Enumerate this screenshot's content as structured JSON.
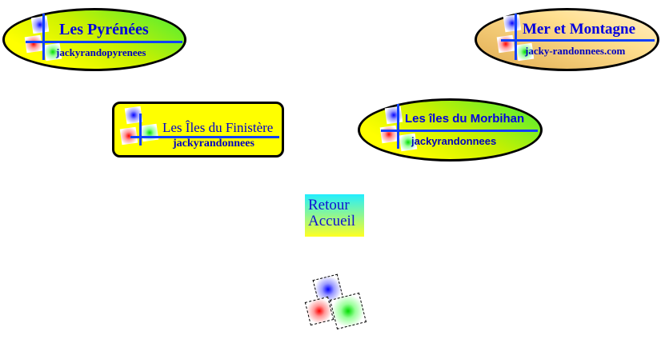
{
  "links": [
    {
      "title": "Les Pyrénées",
      "subtitle": "jackyrandopyrenees"
    },
    {
      "title": "Mer et Montagne",
      "subtitle": "jacky-randonnees.com"
    },
    {
      "title": "Les Îles du Finistère",
      "subtitle": "jackyrandonnees"
    },
    {
      "title": "Les îles du Morbihan",
      "subtitle": "jackyrandonnees"
    }
  ],
  "retour": {
    "line1": "Retour",
    "line2": "Accueil"
  }
}
